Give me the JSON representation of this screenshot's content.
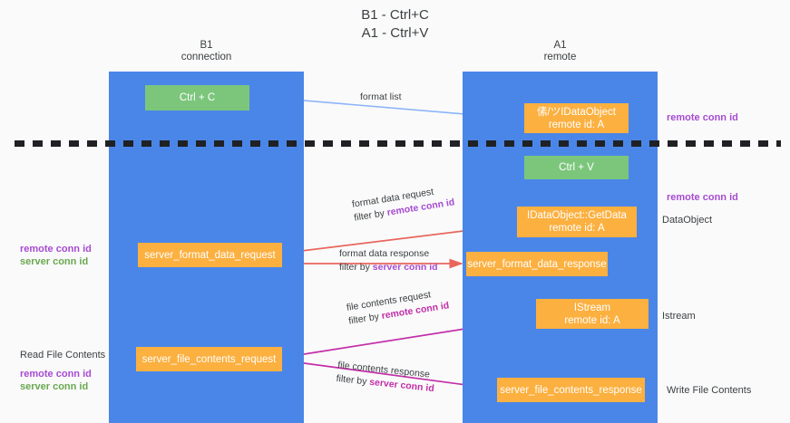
{
  "title": {
    "line1": "B1 - Ctrl+C",
    "line2": "A1 - Ctrl+V"
  },
  "lanes": {
    "left": {
      "name": "B1",
      "role": "connection"
    },
    "right": {
      "name": "A1",
      "role": "remote"
    }
  },
  "nodes": {
    "ctrl_c": {
      "label": "Ctrl + C",
      "color": "#7cc67c"
    },
    "idataobject": {
      "line1": "傃/ツIDataObject",
      "line2": "remote id: A",
      "color": "#fbb040"
    },
    "ctrl_v": {
      "label": "Ctrl + V",
      "color": "#7cc67c"
    },
    "getdata": {
      "line1": "IDataObject::GetData",
      "line2": "remote id: A",
      "color": "#fbb040"
    },
    "server_format_data_request": {
      "label": "server_format_data_request",
      "color": "#fbb040"
    },
    "server_format_data_response": {
      "label": "server_format_data_response",
      "color": "#fbb040"
    },
    "istream": {
      "line1": "IStream",
      "line2": "remote id: A",
      "color": "#fbb040"
    },
    "server_file_contents_request": {
      "label": "server_file_contents_request",
      "color": "#fbb040"
    },
    "server_file_contents_response": {
      "label": "server_file_contents_response",
      "color": "#fbb040"
    }
  },
  "edges": {
    "format_list": {
      "text": "format list"
    },
    "format_data_request": {
      "line1": "format data request",
      "filter_prefix": "filter by ",
      "filter_key": "remote conn id"
    },
    "format_data_response": {
      "line1": "format data response",
      "filter_prefix": "filter by ",
      "filter_key": "server conn id"
    },
    "file_contents_request": {
      "line1": "file contents request",
      "filter_prefix": "filter by ",
      "filter_key": "remote conn id"
    },
    "file_contents_response": {
      "line1": "file contents response",
      "filter_prefix": "filter by ",
      "filter_key": "server conn id"
    }
  },
  "annotations": {
    "right_remote_conn_id_top": "remote conn id",
    "right_remote_conn_id_mid": "remote conn id",
    "right_dataobject": "DataObject",
    "right_istream": "Istream",
    "right_write_file_contents": "Write File Contents",
    "left_remote_conn_id": "remote conn id",
    "left_server_conn_id": "server conn id",
    "left_read_file_contents": "Read File Contents",
    "left_remote_conn_id_2": "remote conn id",
    "left_server_conn_id_2": "server conn id"
  },
  "colors": {
    "lane": "#4a86e8",
    "node_green": "#7cc67c",
    "node_orange": "#fbb040",
    "remote_key": "#a64bd3",
    "server_key": "#6aa84f",
    "arrow_red": "#e8665c",
    "arrow_magenta": "#c22fa8",
    "arrow_blue": "#8ab4f8",
    "arrow_black": "#202124",
    "background": "#fafafa"
  }
}
